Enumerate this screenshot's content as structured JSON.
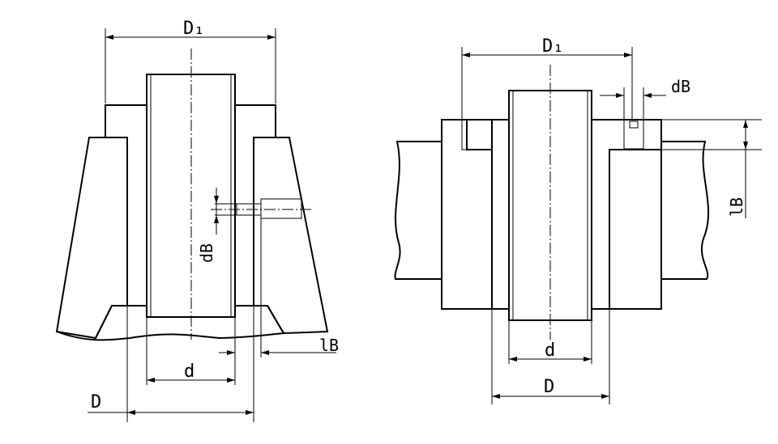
{
  "left_view": {
    "labels": {
      "D1": "D₁",
      "d": "d",
      "D": "D",
      "dB": "dB",
      "lB": "lB"
    }
  },
  "right_view": {
    "labels": {
      "D1": "D₁",
      "d": "d",
      "D": "D",
      "dB": "dB",
      "lB": "lB"
    }
  },
  "colors": {
    "line": "#000000",
    "background": "#ffffff"
  }
}
